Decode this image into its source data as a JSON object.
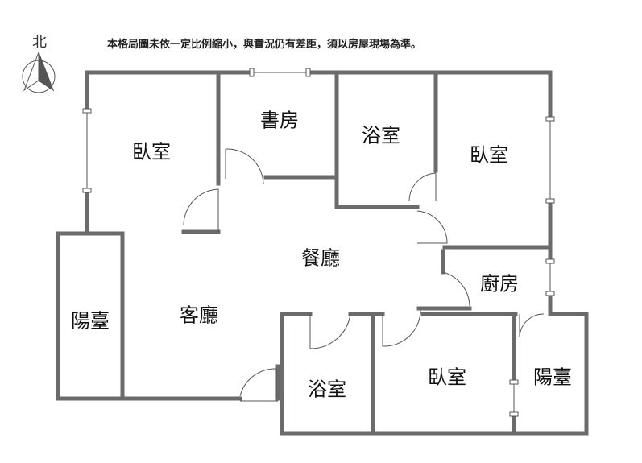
{
  "compass": {
    "label": "北"
  },
  "note": "本格局圖未依一定比例縮小，與實況仍有差距，須以房屋現場為準。",
  "rooms": {
    "bedroom_nw": "臥室",
    "study": "書房",
    "bath_north": "浴室",
    "bedroom_ne": "臥室",
    "dining": "餐廳",
    "kitchen": "廚房",
    "balcony_west": "陽臺",
    "living": "客廳",
    "bath_south": "浴室",
    "bedroom_south": "臥室",
    "balcony_east": "陽臺"
  },
  "colors": {
    "wall": "#6b6b6b",
    "line": "#555555"
  }
}
